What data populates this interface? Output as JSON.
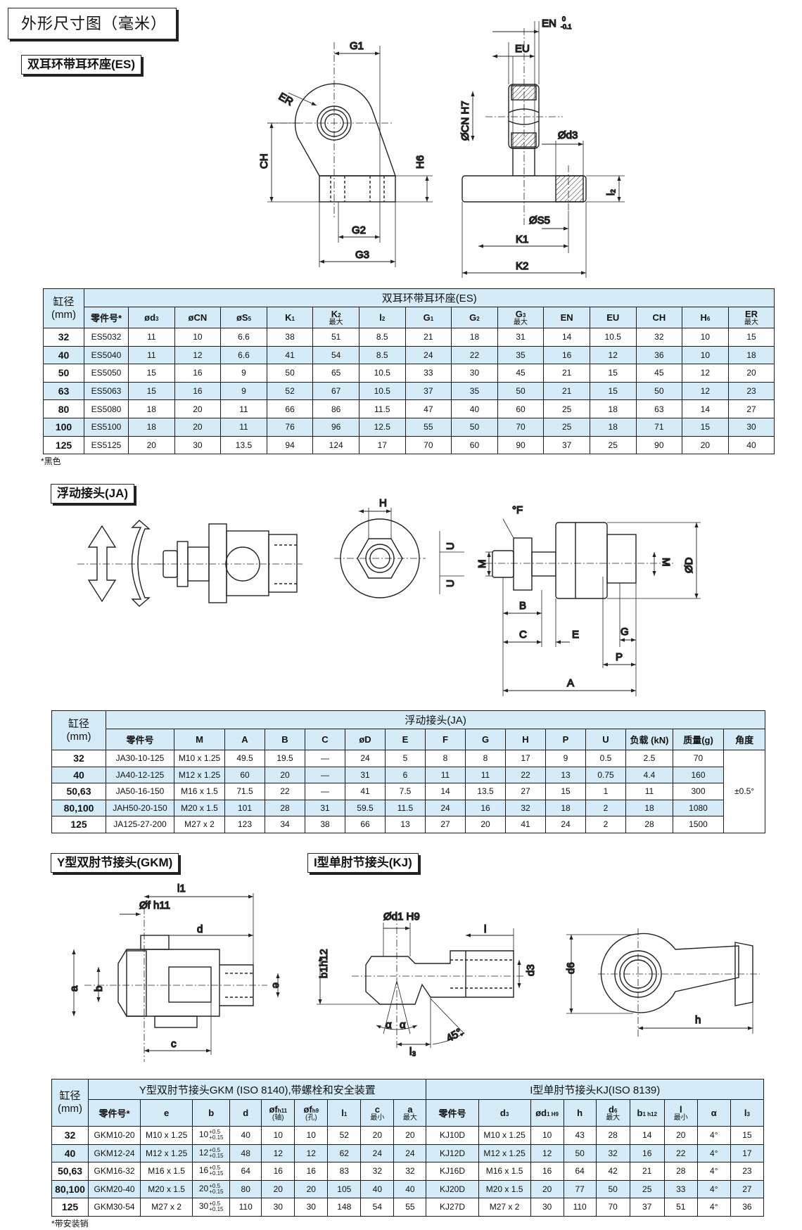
{
  "page_title": "外形尺寸图（毫米）",
  "es": {
    "section_label": "双耳环带耳环座(ES)",
    "drawing_labels": {
      "G1": "G1",
      "ER": "ER",
      "CH": "CH",
      "H6": "H6",
      "G2": "G2",
      "G3": "G3",
      "EN": "EN",
      "EN_tol_upper": "0",
      "EN_tol_lower": "-0.1",
      "EU": "EU",
      "CN": "ØCN H7",
      "d3": "Ød3",
      "S5": "ØS5",
      "K1": "K1",
      "K2": "K2",
      "l2": "l₂"
    },
    "table": {
      "bore_header": [
        "缸径",
        "(mm)"
      ],
      "group_header": "双耳环带耳环座(ES)",
      "columns": [
        {
          "main": "零件号*"
        },
        {
          "main": "ød",
          "sub": "3"
        },
        {
          "main": "øCN"
        },
        {
          "main": "øS",
          "sub": "5"
        },
        {
          "main": "K",
          "sub": "1"
        },
        {
          "main": "K",
          "sub": "2",
          "note": "最大"
        },
        {
          "main": "l",
          "sub": "2"
        },
        {
          "main": "G",
          "sub": "1"
        },
        {
          "main": "G",
          "sub": "2"
        },
        {
          "main": "G",
          "sub": "3",
          "note": "最大"
        },
        {
          "main": "EN"
        },
        {
          "main": "EU"
        },
        {
          "main": "CH"
        },
        {
          "main": "H",
          "sub": "6"
        },
        {
          "main": "ER",
          "note": "最大"
        }
      ],
      "rows": [
        [
          "32",
          "ES5032",
          "11",
          "10",
          "6.6",
          "38",
          "51",
          "8.5",
          "21",
          "18",
          "31",
          "14",
          "10.5",
          "32",
          "10",
          "15"
        ],
        [
          "40",
          "ES5040",
          "11",
          "12",
          "6.6",
          "41",
          "54",
          "8.5",
          "24",
          "22",
          "35",
          "16",
          "12",
          "36",
          "10",
          "18"
        ],
        [
          "50",
          "ES5050",
          "15",
          "16",
          "9",
          "50",
          "65",
          "10.5",
          "33",
          "30",
          "45",
          "21",
          "15",
          "45",
          "12",
          "20"
        ],
        [
          "63",
          "ES5063",
          "15",
          "16",
          "9",
          "52",
          "67",
          "10.5",
          "37",
          "35",
          "50",
          "21",
          "15",
          "50",
          "12",
          "23"
        ],
        [
          "80",
          "ES5080",
          "18",
          "20",
          "11",
          "66",
          "86",
          "11.5",
          "47",
          "40",
          "60",
          "25",
          "18",
          "63",
          "14",
          "27"
        ],
        [
          "100",
          "ES5100",
          "18",
          "20",
          "11",
          "76",
          "96",
          "12.5",
          "55",
          "50",
          "70",
          "25",
          "18",
          "71",
          "15",
          "30"
        ],
        [
          "125",
          "ES5125",
          "20",
          "30",
          "13.5",
          "94",
          "124",
          "17",
          "70",
          "60",
          "90",
          "37",
          "25",
          "90",
          "20",
          "40"
        ]
      ],
      "footnote": "*黑色"
    }
  },
  "ja": {
    "section_label": "浮动接头(JA)",
    "drawing_labels": {
      "H": "H",
      "F": "°F",
      "U1": "U",
      "U2": "U",
      "M1": "M",
      "M2": "M",
      "D": "ØD",
      "B": "B",
      "C": "C",
      "E": "E",
      "G": "G",
      "P": "P",
      "A": "A"
    },
    "table": {
      "bore_header": [
        "缸径",
        "(mm)"
      ],
      "group_header": "浮动接头(JA)",
      "columns": [
        {
          "main": "零件号"
        },
        {
          "main": "M"
        },
        {
          "main": "A"
        },
        {
          "main": "B"
        },
        {
          "main": "C"
        },
        {
          "main": "øD"
        },
        {
          "main": "E"
        },
        {
          "main": "F"
        },
        {
          "main": "G"
        },
        {
          "main": "H"
        },
        {
          "main": "P"
        },
        {
          "main": "U"
        },
        {
          "main": "负载 (kN)"
        },
        {
          "main": "质量(g)"
        },
        {
          "main": "角度"
        }
      ],
      "rows": [
        [
          "32",
          "JA30-10-125",
          "M10 x 1.25",
          "49.5",
          "19.5",
          "—",
          "24",
          "5",
          "8",
          "8",
          "17",
          "9",
          "0.5",
          "2.5",
          "70"
        ],
        [
          "40",
          "JA40-12-125",
          "M12 x 1.25",
          "60",
          "20",
          "—",
          "31",
          "6",
          "11",
          "11",
          "22",
          "13",
          "0.75",
          "4.4",
          "160"
        ],
        [
          "50,63",
          "JA50-16-150",
          "M16 x 1.5",
          "71.5",
          "22",
          "—",
          "41",
          "7.5",
          "14",
          "13.5",
          "27",
          "15",
          "1",
          "11",
          "300"
        ],
        [
          "80,100",
          "JAH50-20-150",
          "M20 x 1.5",
          "101",
          "28",
          "31",
          "59.5",
          "11.5",
          "24",
          "16",
          "32",
          "18",
          "2",
          "18",
          "1080"
        ],
        [
          "125",
          "JA125-27-200",
          "M27 x 2",
          "123",
          "34",
          "38",
          "66",
          "13",
          "27",
          "20",
          "41",
          "24",
          "2",
          "28",
          "1500"
        ]
      ],
      "angle": "±0.5°"
    }
  },
  "gkm": {
    "section_label": "Y型双肘节接头(GKM)",
    "drawing_labels": {
      "l1": "l1",
      "f": "Øf  h11",
      "d": "d",
      "a": "a",
      "b": "b",
      "e": "e",
      "c": "c"
    }
  },
  "kj": {
    "section_label": "I型单肘节接头(KJ)",
    "drawing_labels": {
      "d1": "Ød1  H9",
      "l": "l",
      "b1": "b1h12",
      "d3": "d3",
      "alpha1": "α",
      "alpha2": "α",
      "l3": "l₃",
      "angle": "45°",
      "d6": "d6",
      "h": "h"
    }
  },
  "joint_table": {
    "bore_header": [
      "缸径",
      "(mm)"
    ],
    "group_gkm": "Y型双肘节接头GKM (ISO 8140),带螺栓和安全装置",
    "group_kj": "I型单肘节接头KJ(ISO 8139)",
    "columns": [
      {
        "main": "零件号*"
      },
      {
        "main": "e"
      },
      {
        "main": "b"
      },
      {
        "main": "d"
      },
      {
        "main": "øf",
        "sub": "h11",
        "note": "(轴)"
      },
      {
        "main": "øf",
        "sub": "h9",
        "note": "(孔)"
      },
      {
        "main": "l",
        "sub": "1"
      },
      {
        "main": "c",
        "note": "最小"
      },
      {
        "main": "a",
        "note": "最大"
      },
      {
        "main": "零件号"
      },
      {
        "main": "d",
        "sub": "3"
      },
      {
        "main": "ød",
        "sub": "1 H9"
      },
      {
        "main": "h"
      },
      {
        "main": "d",
        "sub": "6",
        "note": "最大"
      },
      {
        "main": "b",
        "sub": "1 h12"
      },
      {
        "main": "l",
        "note": "最小"
      },
      {
        "main": "α"
      },
      {
        "main": "l",
        "sub": "3"
      }
    ],
    "rows": [
      [
        "32",
        "GKM10-20",
        "M10 x 1.25",
        {
          "base": "10",
          "upper": "+0.5",
          "lower": "+0.15"
        },
        "40",
        "10",
        "10",
        "52",
        "20",
        "20",
        "KJ10D",
        "M10 x 1.25",
        "10",
        "43",
        "28",
        "14",
        "20",
        "4°",
        "15"
      ],
      [
        "40",
        "GKM12-24",
        "M12 x 1.25",
        {
          "base": "12",
          "upper": "+0.5",
          "lower": "+0.15"
        },
        "48",
        "12",
        "12",
        "62",
        "24",
        "24",
        "KJ12D",
        "M12 x 1.25",
        "12",
        "50",
        "32",
        "16",
        "22",
        "4°",
        "17"
      ],
      [
        "50,63",
        "GKM16-32",
        "M16 x 1.5",
        {
          "base": "16",
          "upper": "+0.5",
          "lower": "+0.15"
        },
        "64",
        "16",
        "16",
        "83",
        "32",
        "32",
        "KJ16D",
        "M16 x 1.5",
        "16",
        "64",
        "42",
        "21",
        "28",
        "4°",
        "23"
      ],
      [
        "80,100",
        "GKM20-40",
        "M20 x 1.5",
        {
          "base": "20",
          "upper": "+0.5",
          "lower": "+0.15"
        },
        "80",
        "20",
        "20",
        "105",
        "40",
        "40",
        "KJ20D",
        "M20 x 1.5",
        "20",
        "77",
        "50",
        "25",
        "33",
        "4°",
        "27"
      ],
      [
        "125",
        "GKM30-54",
        "M27 x 2",
        {
          "base": "30",
          "upper": "+0.5",
          "lower": "+0.15"
        },
        "110",
        "30",
        "30",
        "148",
        "54",
        "55",
        "KJ27D",
        "M27 x 2",
        "30",
        "110",
        "70",
        "37",
        "51",
        "4°",
        "36"
      ]
    ],
    "footnote": "*带安装销"
  },
  "colors": {
    "table_header_bg": "#d5ecf8",
    "border": "#1a1a1a"
  }
}
